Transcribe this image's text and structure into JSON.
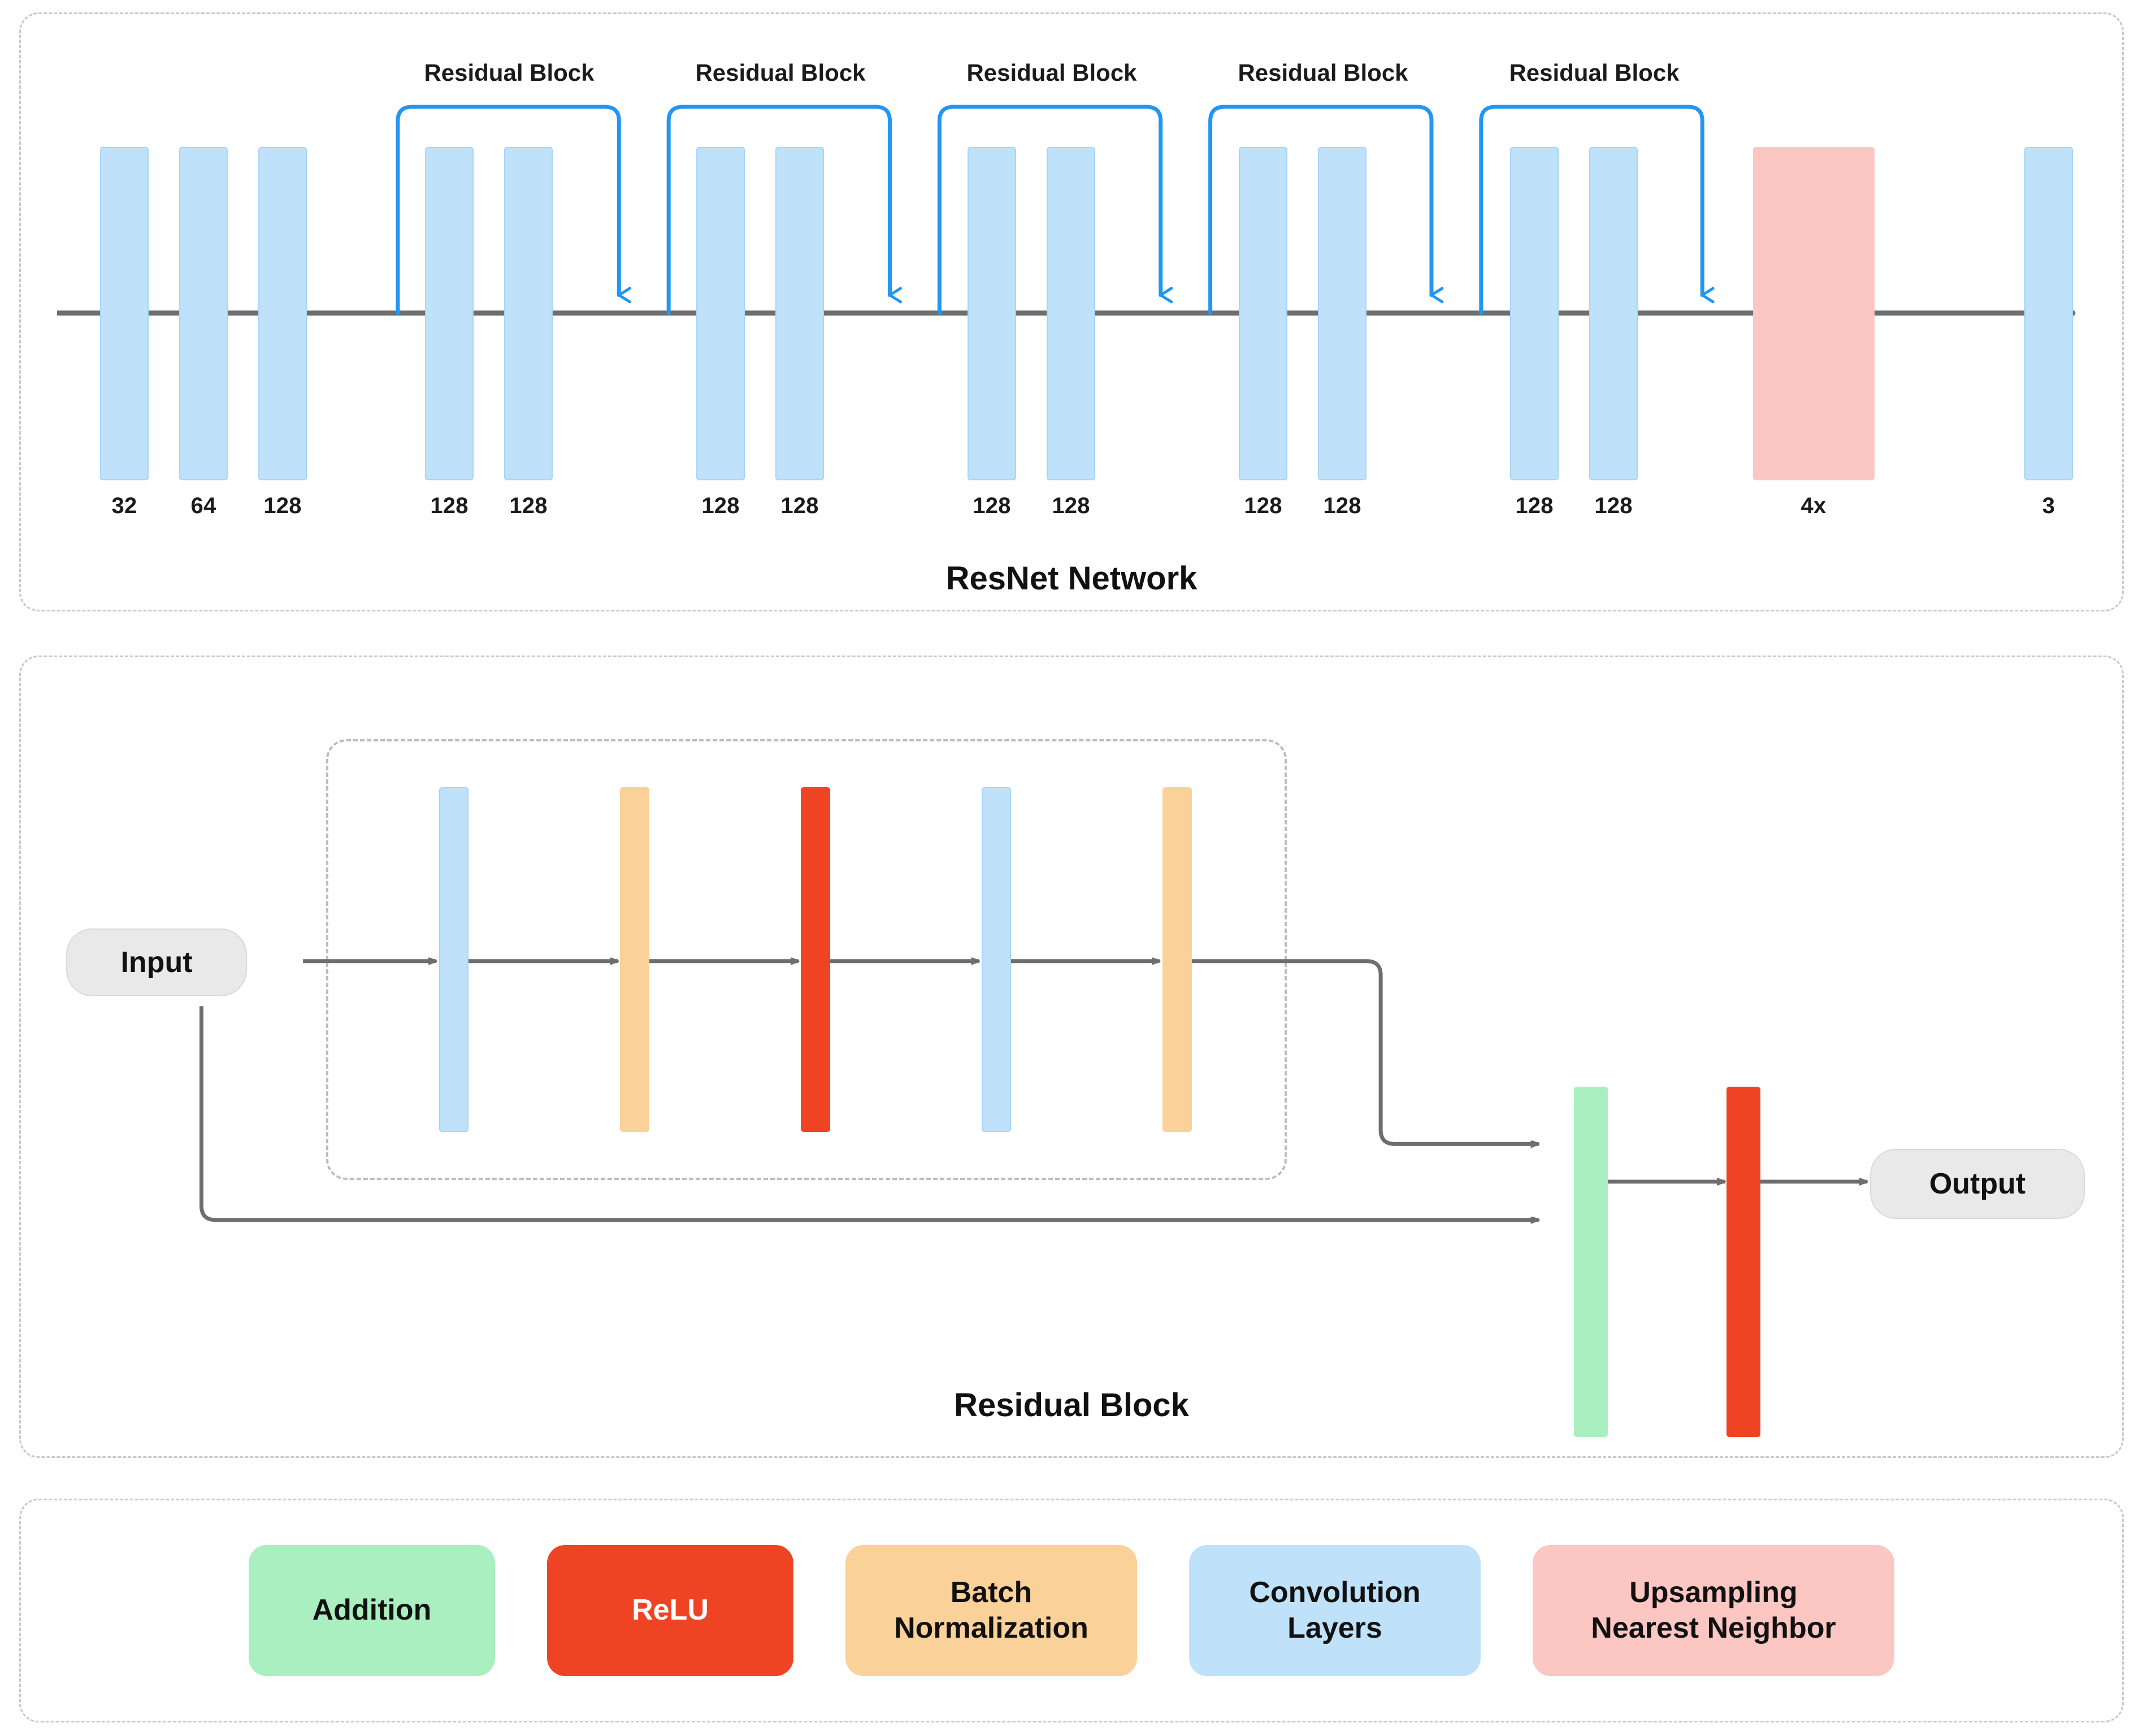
{
  "colors": {
    "conv": "#bfe2fa",
    "conv_border": "#a9d5f2",
    "upsampling": "#fcc6c3",
    "batch_norm": "#fbd19a",
    "relu": "#ef4423",
    "addition": "#aaefbf",
    "skip_connection": "#2196f3",
    "flow_line": "#6e6e6e",
    "panel_border": "#c9c9c9",
    "pill_bg": "#e9e9e9"
  },
  "resnet_panel": {
    "title": "ResNet Network",
    "residual_block_tag": "Residual Block",
    "residual_block_tags": [
      "Residual Block",
      "Residual Block",
      "Residual Block",
      "Residual Block",
      "Residual Block"
    ],
    "layers": [
      {
        "label": "32",
        "type": "conv"
      },
      {
        "label": "64",
        "type": "conv"
      },
      {
        "label": "128",
        "type": "conv"
      },
      {
        "label": "128",
        "type": "conv"
      },
      {
        "label": "128",
        "type": "conv"
      },
      {
        "label": "128",
        "type": "conv"
      },
      {
        "label": "128",
        "type": "conv"
      },
      {
        "label": "128",
        "type": "conv"
      },
      {
        "label": "128",
        "type": "conv"
      },
      {
        "label": "128",
        "type": "conv"
      },
      {
        "label": "128",
        "type": "conv"
      },
      {
        "label": "128",
        "type": "conv"
      },
      {
        "label": "128",
        "type": "conv"
      },
      {
        "label": "4x",
        "type": "upsampling"
      },
      {
        "label": "3",
        "type": "conv"
      }
    ]
  },
  "residual_block_panel": {
    "title": "Residual Block",
    "input_label": "Input",
    "output_label": "Output",
    "inner_layers": [
      {
        "type": "conv"
      },
      {
        "type": "batch_norm"
      },
      {
        "type": "relu"
      },
      {
        "type": "conv"
      },
      {
        "type": "batch_norm"
      }
    ],
    "merge_layers": [
      {
        "type": "addition"
      },
      {
        "type": "relu"
      }
    ]
  },
  "legend": {
    "items": [
      {
        "label": "Addition",
        "type": "addition"
      },
      {
        "label": "ReLU",
        "type": "relu"
      },
      {
        "label": "Batch\nNormalization",
        "type": "batch_norm"
      },
      {
        "label": "Convolution\nLayers",
        "type": "conv"
      },
      {
        "label": "Upsampling\nNearest Neighbor",
        "type": "upsampling"
      }
    ]
  }
}
